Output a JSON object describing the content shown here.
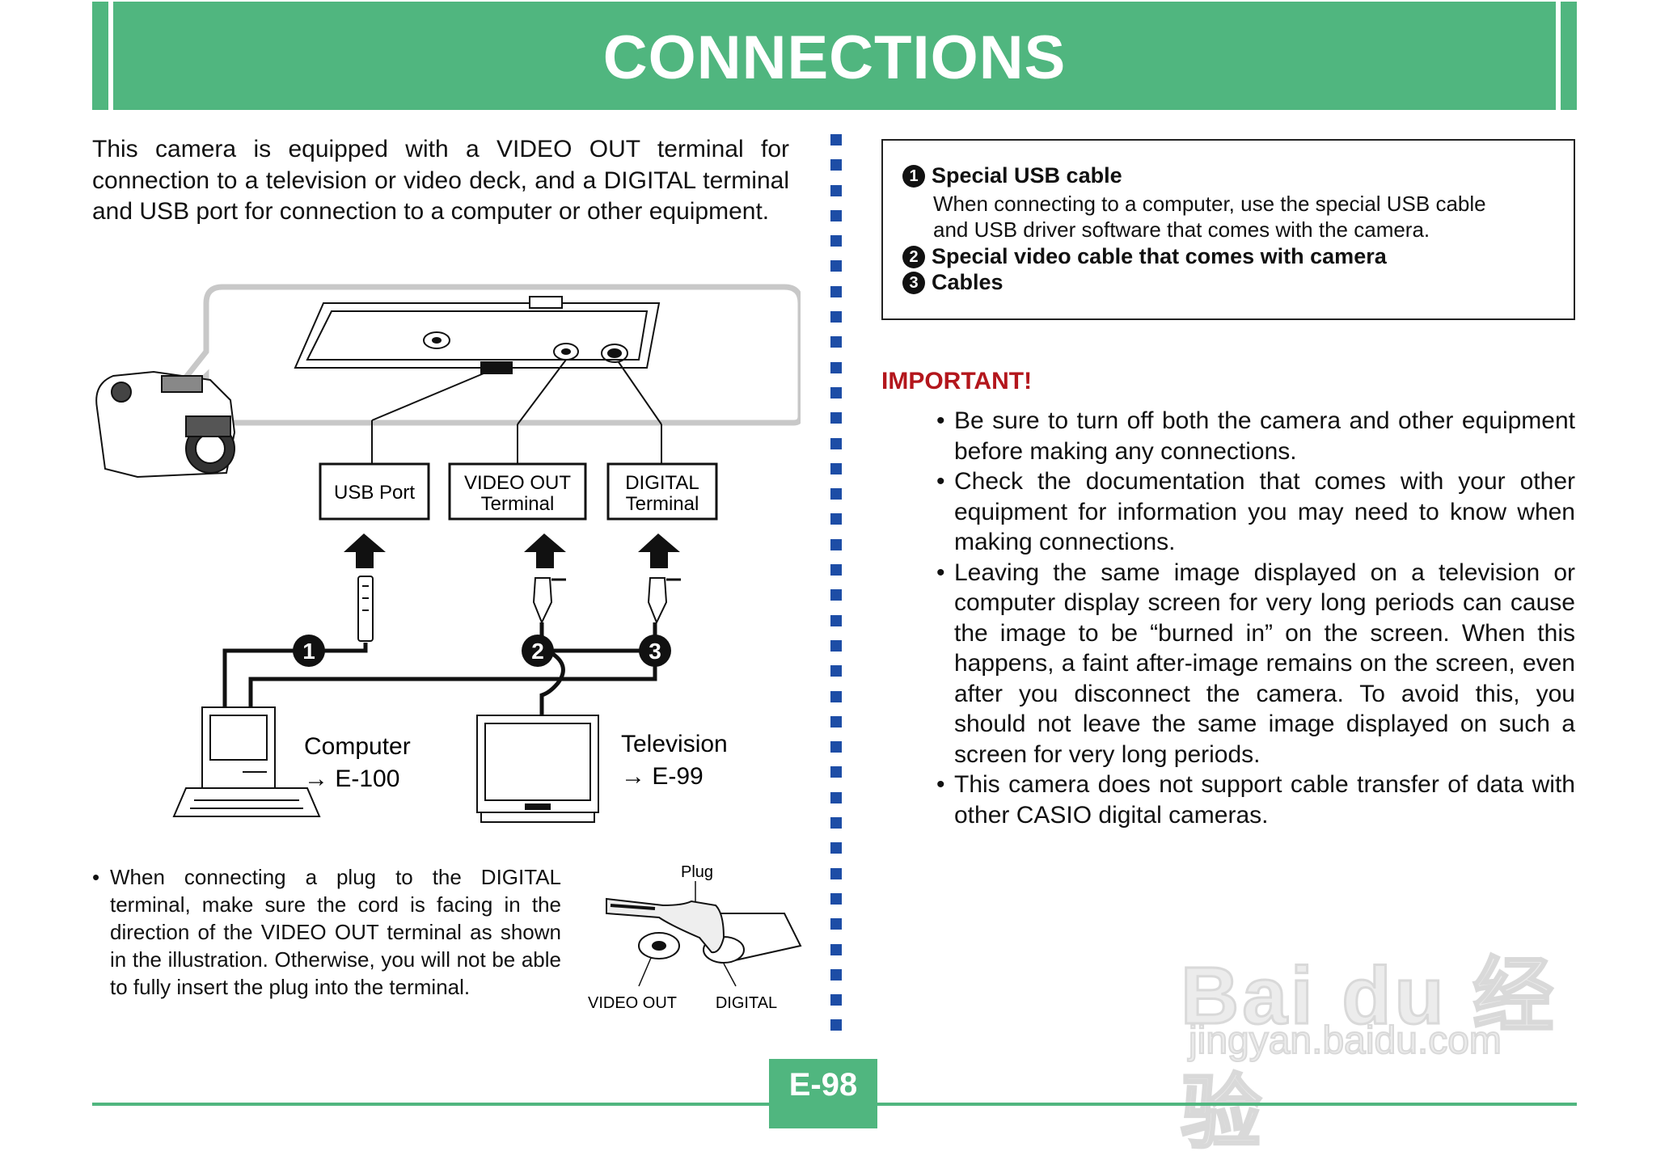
{
  "header": {
    "title": "CONNECTIONS"
  },
  "intro": {
    "text": "This camera is equipped with a VIDEO OUT terminal for connection to a television or video deck, and a DIGITAL terminal and USB port for connection to a computer or other equipment."
  },
  "diagram": {
    "ports": [
      {
        "label": "USB Port"
      },
      {
        "label_line1": "VIDEO OUT",
        "label_line2": "Terminal"
      },
      {
        "label_line1": "DIGITAL",
        "label_line2": "Terminal"
      }
    ],
    "cable_numbers": [
      "1",
      "2",
      "3"
    ],
    "computer": {
      "label": "Computer",
      "ref": "→ E-100"
    },
    "television": {
      "label": "Television",
      "ref": "→ E-99"
    }
  },
  "legend": {
    "items": [
      {
        "num": "1",
        "title": "Special USB cable",
        "desc_line1": "When connecting to a computer, use the special USB cable",
        "desc_line2": "and USB driver software that comes with the camera."
      },
      {
        "num": "2",
        "title": "Special video cable that comes with camera"
      },
      {
        "num": "3",
        "title": "Cables"
      }
    ]
  },
  "important": {
    "heading": "IMPORTANT!",
    "bullets": [
      "Be sure to turn off both the camera and other equipment before making any connections.",
      "Check the documentation that comes with your other equipment for information you may need to know when making connections.",
      "Leaving the same image displayed on a television or computer display screen for very long periods can cause the image to be “burned in” on the screen. When this happens, a faint after-image remains on the screen, even after you disconnect the camera. To avoid this, you should not leave the same image displayed on such a screen for very long periods.",
      "This camera does not support cable transfer of data with other CASIO digital cameras."
    ]
  },
  "bottom_note": {
    "text": "When connecting a plug to the DIGITAL terminal, make sure the cord is facing in the direction of the VIDEO OUT terminal as shown in the illustration. Otherwise, you will not be able to fully insert the plug into the terminal."
  },
  "plug_illustration": {
    "plug_label": "Plug",
    "video_out_label": "VIDEO OUT",
    "digital_label": "DIGITAL"
  },
  "footer": {
    "page_number": "E-98"
  },
  "watermark": {
    "logo": "Bai du 经验",
    "url": "jingyan.baidu.com"
  },
  "colors": {
    "header_green": "#50b67f",
    "divider_blue": "#1d4da6",
    "important_red": "#b3161c"
  }
}
